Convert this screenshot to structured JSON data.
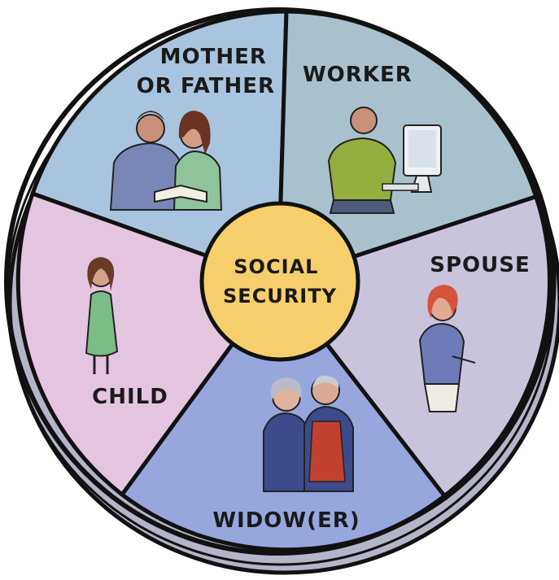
{
  "center": {
    "line1": "SOCIAL",
    "line2": "SECURITY",
    "color": "#f6cf6c"
  },
  "segments": [
    {
      "id": "mother-or-father",
      "lines": [
        "MOTHER",
        "OR FATHER"
      ],
      "color": "#a9c4de",
      "icon": "parents-reading-icon"
    },
    {
      "id": "worker",
      "lines": [
        "WORKER"
      ],
      "color": "#a9c1cc",
      "icon": "worker-at-computer-icon"
    },
    {
      "id": "spouse",
      "lines": [
        "SPOUSE"
      ],
      "color": "#c9c4dc",
      "icon": "spouse-woman-icon"
    },
    {
      "id": "widower",
      "lines": [
        "WIDOW(ER)"
      ],
      "color": "#98a6de",
      "icon": "elderly-couple-icon"
    },
    {
      "id": "child",
      "lines": [
        "CHILD"
      ],
      "color": "#e4c5e0",
      "icon": "child-girl-icon"
    }
  ],
  "outline_color": "#111111"
}
